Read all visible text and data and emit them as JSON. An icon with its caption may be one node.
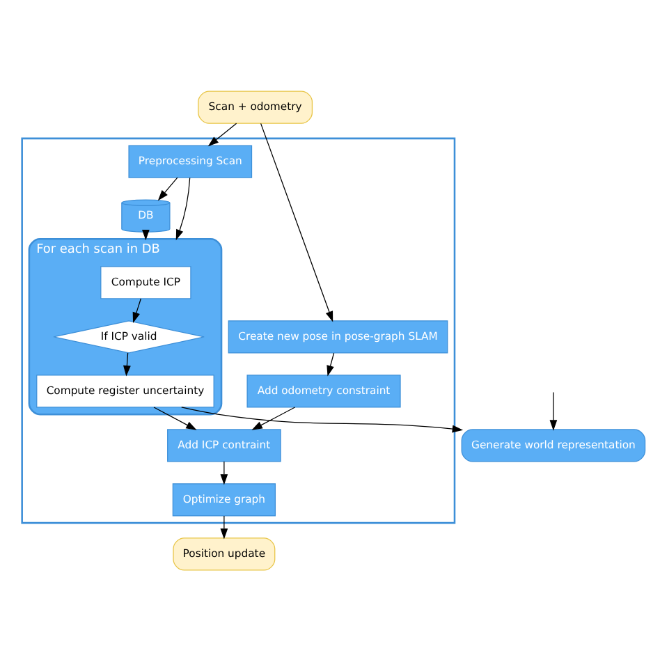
{
  "diagram": {
    "nodes": [
      {
        "text": [
          "Scan + odometry"
        ]
      },
      {
        "text": [],
        "shape": "box"
      },
      {
        "text": [
          "DB"
        ],
        "in": 1
      },
      {
        "text": [
          "Preprocessing Scan"
        ],
        "in": 1
      },
      {
        "text": [
          "For each scan in DB"
        ],
        "in": 1
      },
      {
        "text": [
          "Compute ICP"
        ],
        "in": 4
      },
      {
        "text": [
          "If ICP valid"
        ],
        "in": 4
      },
      {
        "text": [
          "Compute register uncertainty"
        ],
        "in": 4
      },
      {
        "text": [
          "Create new pose in pose-graph SLAM"
        ],
        "in": 1
      },
      {
        "text": [
          "Add odometry constraint"
        ],
        "in": 1
      },
      {
        "text": [
          "Add ICP contraint"
        ],
        "in": 1
      },
      {
        "text": [
          "Optimize graph"
        ],
        "in": 1
      },
      {
        "text": [
          "Generate world representation"
        ]
      },
      {
        "text": [
          "Position update"
        ]
      }
    ],
    "edges": [
      {
        "from": 0,
        "to": 3,
        "arrow": "to"
      },
      {
        "from": 0,
        "to": 8,
        "arrow": "to"
      },
      {
        "from": 3,
        "to": 2,
        "arrow": "to"
      },
      {
        "from": 3,
        "to": 4,
        "arrow": "to"
      },
      {
        "from": 2,
        "to": 4,
        "arrow": "to"
      },
      {
        "from": 5,
        "to": 6,
        "arrow": "to"
      },
      {
        "from": 6,
        "to": 7,
        "arrow": "to"
      },
      {
        "from": 7,
        "to": 10,
        "arrow": "to"
      },
      {
        "from": 7,
        "to": 12,
        "arrow": "to"
      },
      {
        "from": 8,
        "to": 9,
        "arrow": "to"
      },
      {
        "from": 9,
        "to": 10,
        "arrow": "to"
      },
      {
        "from": 10,
        "to": 11,
        "arrow": "to"
      },
      {
        "from": 11,
        "to": 13,
        "arrow": "to"
      },
      {
        "from": null,
        "to": 12,
        "arrow": "to"
      }
    ]
  }
}
